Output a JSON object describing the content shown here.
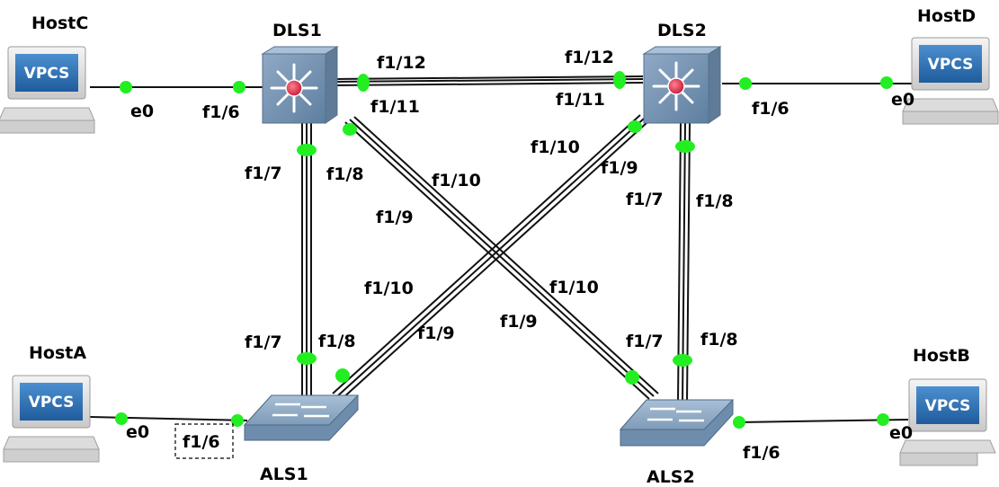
{
  "hosts": {
    "hostC": {
      "name": "HostC",
      "badge": "VPCS",
      "port": "e0"
    },
    "hostD": {
      "name": "HostD",
      "badge": "VPCS",
      "port": "e0"
    },
    "hostA": {
      "name": "HostA",
      "badge": "VPCS",
      "port": "e0"
    },
    "hostB": {
      "name": "HostB",
      "badge": "VPCS",
      "port": "e0"
    }
  },
  "switches": {
    "dls1": {
      "name": "DLS1"
    },
    "dls2": {
      "name": "DLS2"
    },
    "als1": {
      "name": "ALS1"
    },
    "als2": {
      "name": "ALS2"
    }
  },
  "ports": {
    "dls1_f1_6": "f1/6",
    "dls1_f1_12": "f1/12",
    "dls1_f1_11": "f1/11",
    "dls1_f1_7": "f1/7",
    "dls1_f1_8": "f1/8",
    "dls1_f1_10": "f1/10",
    "dls1_f1_9": "f1/9",
    "dls2_f1_12": "f1/12",
    "dls2_f1_11": "f1/11",
    "dls2_f1_6": "f1/6",
    "dls2_f1_10": "f1/10",
    "dls2_f1_9": "f1/9",
    "dls2_f1_7": "f1/7",
    "dls2_f1_8": "f1/8",
    "als1_f1_10": "f1/10",
    "als1_f1_9": "f1/9",
    "als1_f1_7": "f1/7",
    "als1_f1_8": "f1/8",
    "als1_f1_6": "f1/6",
    "als2_f1_10": "f1/10",
    "als2_f1_9": "f1/9",
    "als2_f1_7": "f1/7",
    "als2_f1_8": "f1/8",
    "als2_f1_6": "f1/6"
  },
  "colors": {
    "link": "#111111",
    "port_dot": "#22ee22",
    "host_screen": "#2a6fb0",
    "switch_body": "#7f9bb8",
    "router_core": "#e0304a"
  }
}
